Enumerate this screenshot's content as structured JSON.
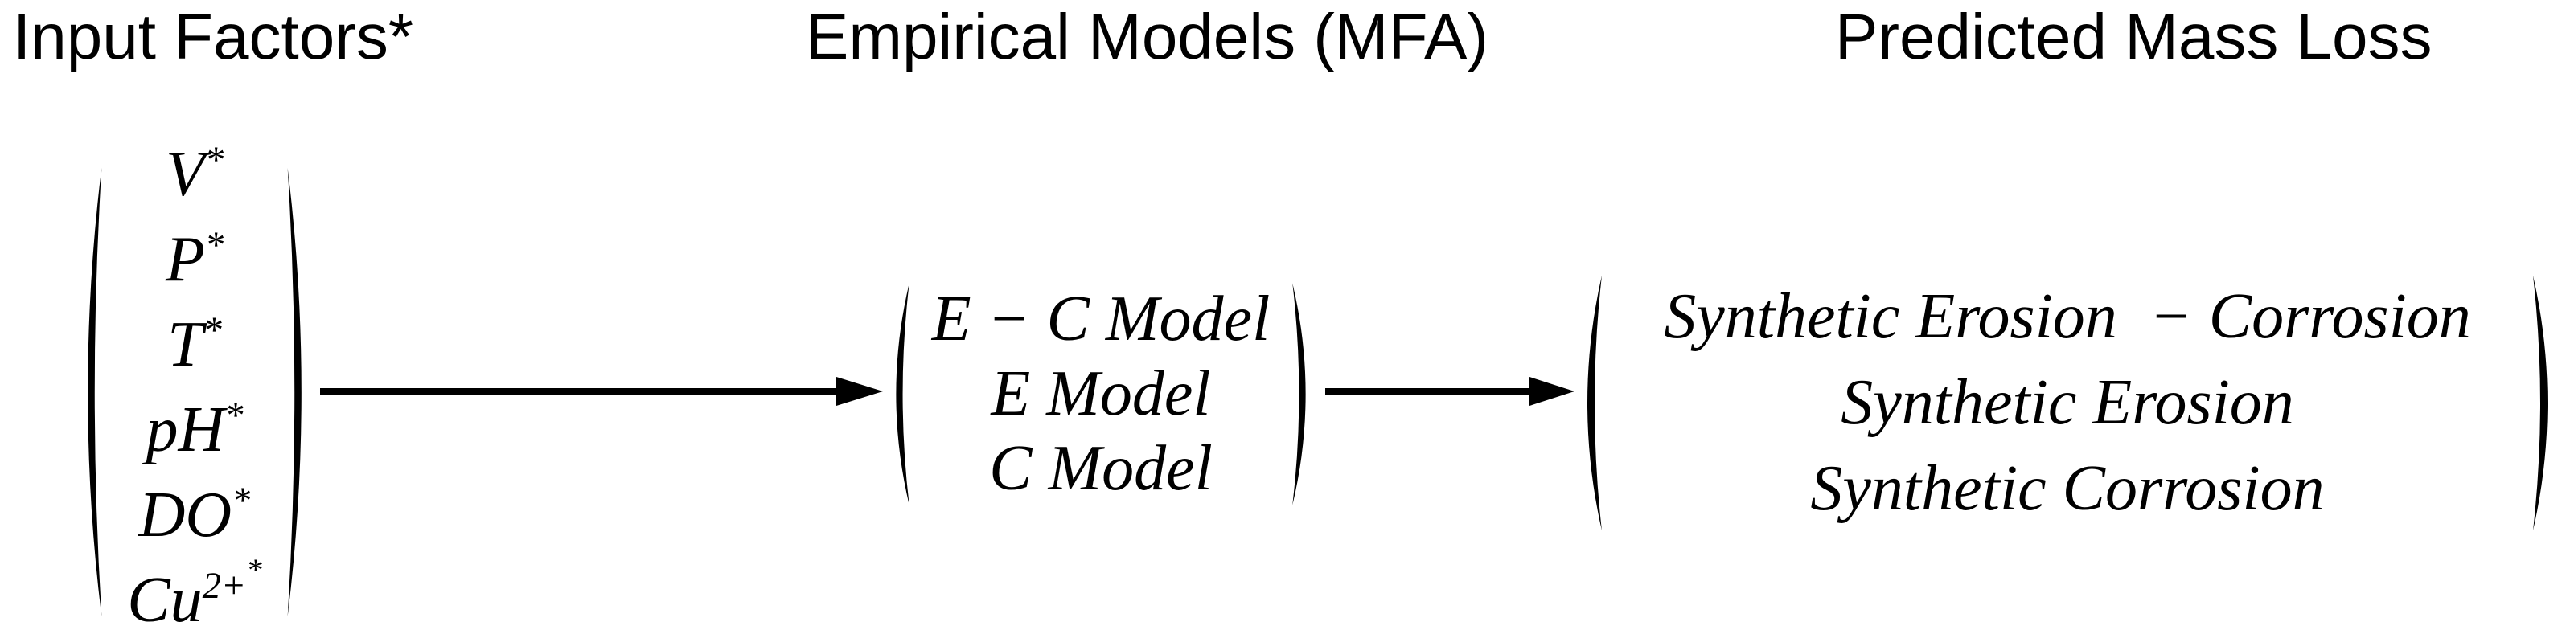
{
  "headers": {
    "input": "Input Factors*",
    "models": "Empirical Models (MFA)",
    "predicted": "Predicted Mass Loss"
  },
  "input_vector": {
    "rows": [
      {
        "base": "V",
        "sup": "*"
      },
      {
        "base": "P",
        "sup": "*"
      },
      {
        "base": "T",
        "sup": "*"
      },
      {
        "base": "pH",
        "sup": "*"
      },
      {
        "base": "DO",
        "sup": "*"
      },
      {
        "base": "Cu",
        "sup": "2+",
        "sup2": "*"
      }
    ]
  },
  "model_vector": {
    "rows": [
      "E − C Model",
      "E Model",
      "C Model"
    ]
  },
  "output_vector": {
    "rows": [
      "Synthetic Erosion  − Corrosion",
      "Synthetic Erosion",
      "Synthetic Corrosion"
    ]
  },
  "colors": {
    "ink": "#000000",
    "background": "#ffffff"
  }
}
